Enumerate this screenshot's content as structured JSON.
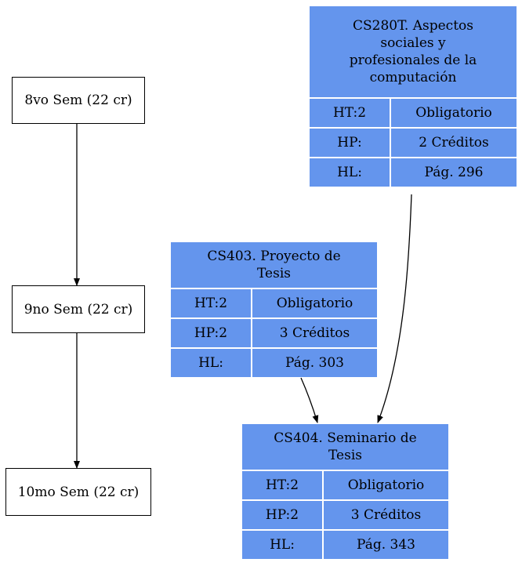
{
  "semesters": {
    "s8": "8vo Sem (22 cr)",
    "s9": "9no Sem (22 cr)",
    "s10": "10mo Sem (22 cr)"
  },
  "courses": {
    "cs280t": {
      "title": "CS280T. Aspectos\nsociales y\nprofesionales de la\ncomputación",
      "ht": "HT:2",
      "type": "Obligatorio",
      "hp": "HP:",
      "credits": "2 Créditos",
      "hl": "HL:",
      "page": "Pág. 296"
    },
    "cs403": {
      "title": "CS403. Proyecto de\nTesis",
      "ht": "HT:2",
      "type": "Obligatorio",
      "hp": "HP:2",
      "credits": "3 Créditos",
      "hl": "HL:",
      "page": "Pág. 303"
    },
    "cs404": {
      "title": "CS404. Seminario de\nTesis",
      "ht": "HT:2",
      "type": "Obligatorio",
      "hp": "HP:2",
      "credits": "3 Créditos",
      "hl": "HL:",
      "page": "Pág. 343"
    }
  },
  "colors": {
    "node_fill": "#6495ED",
    "edge": "#000000"
  }
}
